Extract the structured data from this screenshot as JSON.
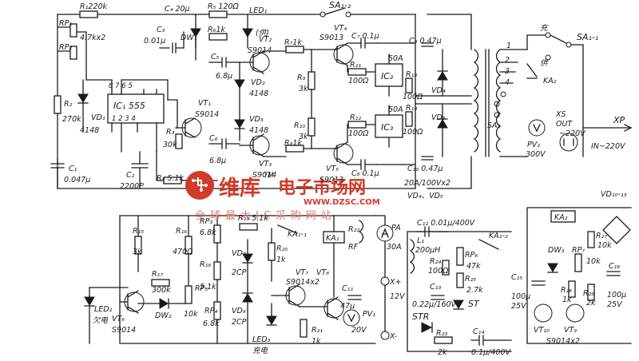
{
  "watermark": {
    "brand": "维库",
    "brand2": "电子市场网",
    "url": "WWW.DZSC.COM",
    "slogan": "全球最大IC采购网站",
    "trademark": "TM"
  },
  "labels": {
    "r1": "R₁220k",
    "rp1": "RP₁",
    "rp2": "RP₂",
    "rp_val": "4.7kx2",
    "r2": "R₂",
    "r2v": "270k",
    "vd1": "VD₁",
    "vd1v": "4148",
    "ic1": "IC₁ 555",
    "pins_top": "8  7  6  5",
    "pins_bot": "1  2  3  4",
    "c1": "C₁",
    "c1v": "0.047μ",
    "c2": "C₂",
    "c2v": "2200P",
    "c3": "C₃",
    "c3v": "0.01μ",
    "c4": "C₄ 20μ",
    "dw1": "DW₁",
    "r5": "R₅ 120Ω",
    "led1": "LED₁",
    "r6": "R₆1k",
    "led1_note": "(供)",
    "vt1": "VT₁",
    "vt1v": "S9014",
    "r3": "R₃",
    "r3v": "30k",
    "r4": "R₄ 5.1k",
    "c5": "C₅",
    "c5v": "6.8μ",
    "vd2": "VD₂",
    "vd2v": "4148",
    "vd3": "VD₃",
    "vd3v": "4148",
    "c6": "C₆",
    "c6v": "6.8μ",
    "vt2": "VT₂",
    "vt2v": "S9014",
    "vt3": "VT₃",
    "vt3v": "S9014",
    "r7": "R₇1k",
    "r8": "R₈1k",
    "r9": "R₉",
    "r9v": "3k",
    "r10": "R₁₀",
    "r10v": "3k",
    "vt4": "VT₄",
    "vt4v": "S9013",
    "vt5": "VT₅",
    "vt5v": "S9013",
    "c7": "C₇ 0.1μ",
    "c8": "C₈ 0.1μ",
    "sa12": "SA₁-₂",
    "r11": "R₁₁",
    "r11v": "100Ω",
    "r12": "R₁₂",
    "r12v": "100Ω",
    "ic2": "IC₂",
    "ic3": "IC₃",
    "a50_1": "50A",
    "a50_2": "50A",
    "r13": "R₁₃",
    "r13v": "100Ω",
    "r14": "R₁₄",
    "r14v": "100Ω",
    "c9": "C₉ 0.47μ",
    "c10": "C₁₀ 0.47μ",
    "vd4": "VD₄",
    "vd5": "VD₅",
    "vd_note1": "20A/100Vx2",
    "vd_note2": "VD₄、VD₅",
    "t_pins": [
      "1",
      "2",
      "3",
      "4"
    ],
    "sa2": "SA₂",
    "ka2": "KA₂",
    "sa11": "SA₁-₁",
    "mode_charge": "充",
    "mode_supply": "供",
    "pv2": "PV₂",
    "pv2v": "300V",
    "xs": "XS",
    "xs_out": "OUT",
    "xs_v": "~220V",
    "xp": "XP",
    "in_v": "IN~220V",
    "r15": "R₁₅",
    "r15v": "3k",
    "r16": "R₁₆",
    "r16v": "470Ω",
    "rp3": "RP₃",
    "rp3v": "6.8k",
    "r19": "R₁₉ 5.1k",
    "vd7": "VD₇",
    "vd7v": "2CP",
    "r18": "R₁₈",
    "r18v": "5.1k",
    "vd8": "VD₈",
    "vd8v": "2CP",
    "rp4": "RP₄",
    "rp4v": "6.8k",
    "r17": "R₁₇",
    "r17v": "300k",
    "rp5": "RP₅",
    "rp5v": "10k",
    "led2": "LED₂",
    "led2_note": "欠电",
    "vt6": "VT₆",
    "vt6v": "S9014",
    "dw2": "DW₂",
    "led3": "LED₃",
    "led3_note": "充电",
    "r20": "R₂₀",
    "r20v": "1k",
    "ka11": "KA₁-₁",
    "ka1": "KA₁",
    "vt7": "VT₇",
    "vt8": "VT₈",
    "vt78v": "S9014x2",
    "r21": "R₂₁",
    "r21v": "1k",
    "r22": "R₂₂",
    "rf": "RF",
    "c11": "C₁₁",
    "c11v": "47μ",
    "pa": "PA",
    "pa_v": "30A",
    "pv1": "PV₁",
    "pv1v": "20V",
    "xplus": "X+",
    "x12": "12V",
    "xminus": "X-",
    "c12": "C₁₂ 0.01μ/400V",
    "l1": "L₁",
    "l1v": "200μH",
    "r24": "R₂₄",
    "r24v": "100Ω",
    "rp6": "RP₆",
    "rp6v": "47k",
    "r25": "R₂₅",
    "r25v": "2.7k",
    "c13": "C₁₃",
    "c13v": "0.22μ/160V",
    "ka12": "KA₁-₂",
    "str": "STR",
    "st": "ST",
    "r23": "R₂₃",
    "r23v": "2k",
    "c14": "C₁₄",
    "c14v": "0.1μ/400V",
    "vd1013": "VD₁₀-₁₃",
    "ka2b": "KA₂",
    "r27": "R₂₇",
    "r27v": "10k",
    "dw3": "DW₃",
    "rp7": "RP₇",
    "rp7v": "10k",
    "c15": "C₁₅",
    "c15v": "100μ",
    "c15v2": "25V",
    "r26": "R₂₆",
    "r26v": "1k",
    "r28": "R₂₈",
    "r28v": "2k",
    "c16": "C₁₆",
    "c16v": "100μ",
    "c16v2": "25V",
    "vt10": "VT₁₀",
    "vt9": "VT₉",
    "vt910v": "S9014x2"
  }
}
